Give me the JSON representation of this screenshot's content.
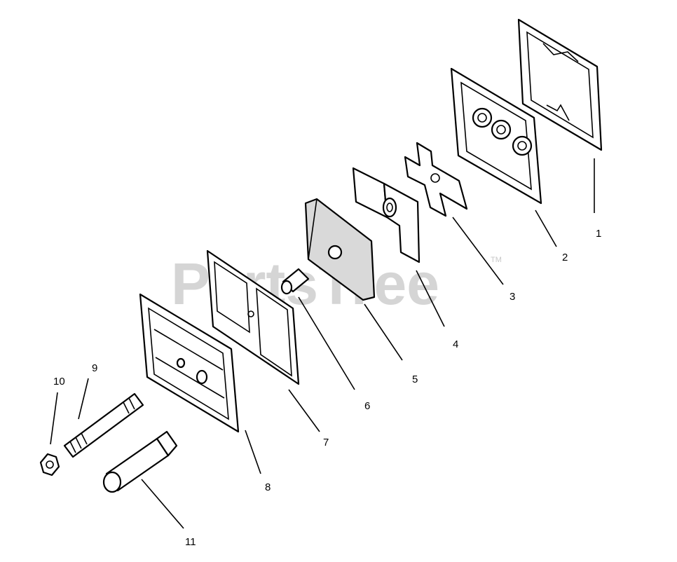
{
  "watermark": {
    "text": "PartsTree",
    "trademark": "TM"
  },
  "callouts": [
    "1",
    "2",
    "3",
    "4",
    "5",
    "6",
    "7",
    "8",
    "9",
    "10",
    "11"
  ]
}
